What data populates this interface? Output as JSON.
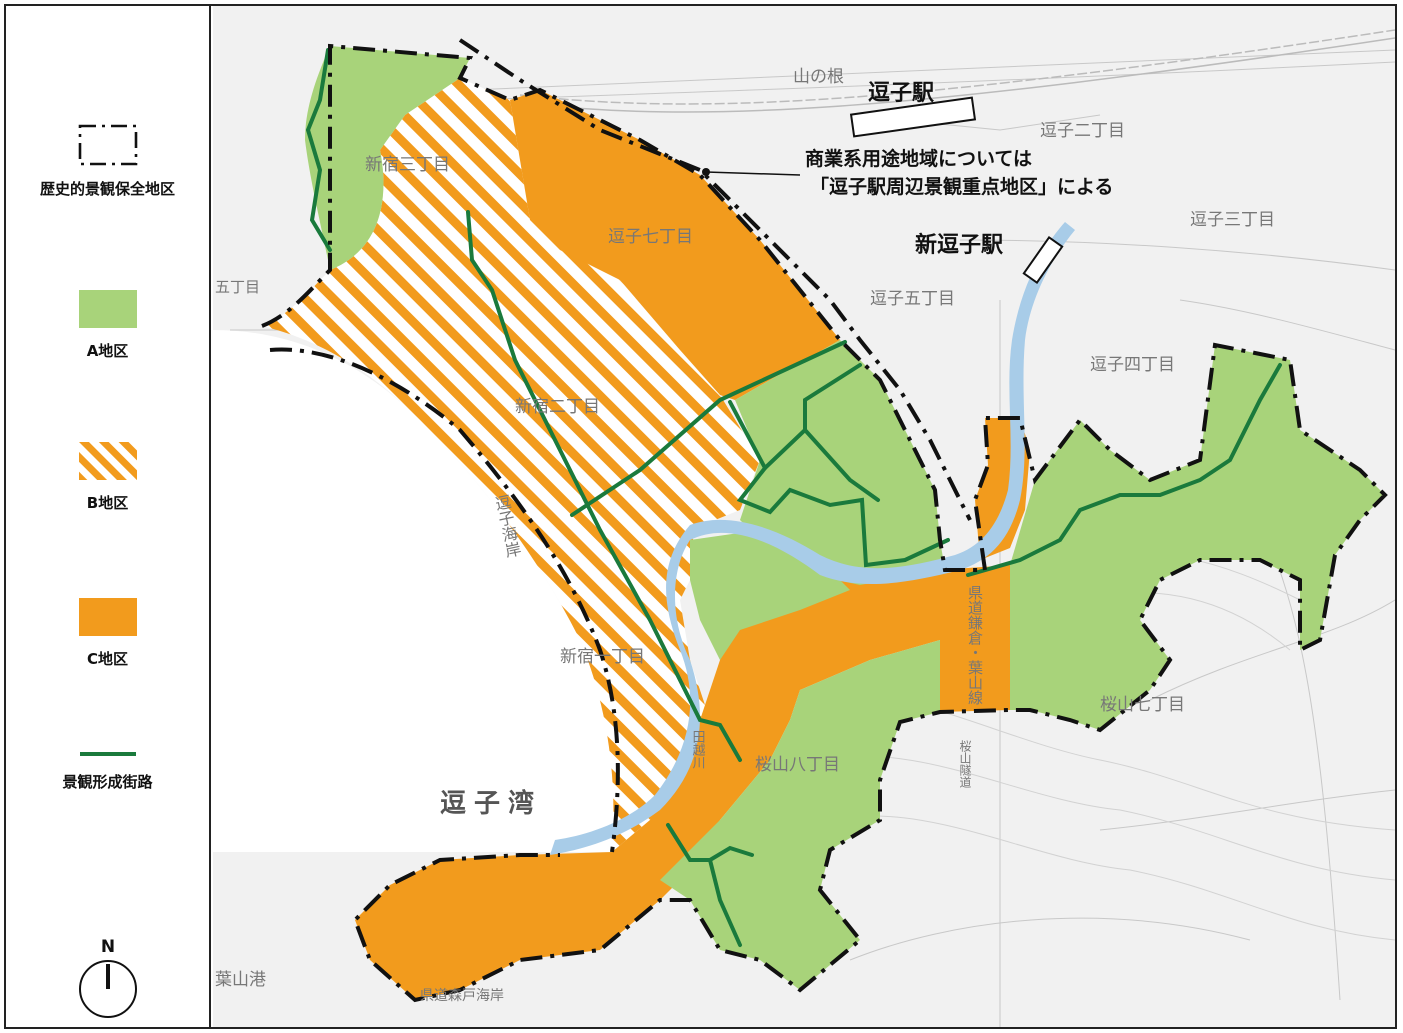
{
  "legend": {
    "items": [
      {
        "key": "historic",
        "label": "歴史的景観保全地区",
        "icon": "dash-dot-rect"
      },
      {
        "key": "a",
        "label": "A地区",
        "color": "#a8d37a"
      },
      {
        "key": "b",
        "label": "B地区",
        "color": "#f29b1d",
        "pattern": "diagonal-hatch"
      },
      {
        "key": "c",
        "label": "C地区",
        "color": "#f29b1d"
      },
      {
        "key": "street",
        "label": "景観形成街路",
        "color": "#1a7a3c"
      }
    ],
    "north": "N"
  },
  "map": {
    "colors": {
      "a": "#a8d37a",
      "c": "#f29b1d",
      "water": "#a8cce8",
      "street": "#1a7a3c",
      "boundary": "#111111"
    },
    "annotation": {
      "line1": "商業系用途地域については",
      "line2": "「逗子駅周辺景観重点地区」による"
    },
    "stations": {
      "zushi": "逗子駅",
      "shin_zushi": "新逗子駅"
    },
    "bay": "逗子湾",
    "labels": {
      "zushi7": "逗子七丁目",
      "zushi5": "逗子五丁目",
      "zushi4": "逗子四丁目",
      "zushi3": "逗子三丁目",
      "zushi2": "逗子二丁目",
      "shinjuku1": "新宿一丁目",
      "shinjuku2": "新宿二丁目",
      "shinjuku3": "新宿三丁目",
      "sakurayama7": "桜山七丁目",
      "sakurayama8": "桜山八丁目",
      "yamanone": "山の根",
      "zushi_coast": "逗子海岸",
      "tagoegawa": "田越川",
      "route": "県道鎌倉・葉山線",
      "hayama_port": "葉山港",
      "sakurayama_tunnel": "桜山隧道",
      "kendo_moriya": "県道森戸海岸",
      "go_chome": "五丁目"
    }
  }
}
